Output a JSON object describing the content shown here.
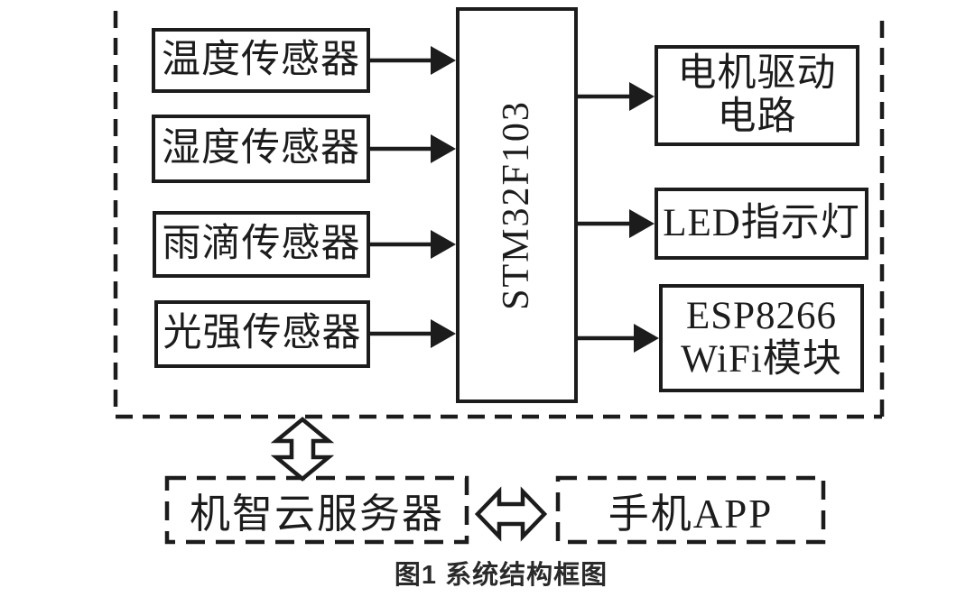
{
  "caption": "图1 系统结构框图",
  "colors": {
    "line": "#1c1c1c",
    "background": "#ffffff",
    "text": "#1c1c1c"
  },
  "icons": {
    "flow-arrow": "solid right-pointing triangle ▶",
    "bidirectional-vertical-arrow": "hollow double-headed arrow ⇕",
    "bidirectional-horizontal-arrow": "hollow double-headed arrow ⇔"
  },
  "blocks": {
    "mcu": {
      "label": "STM32F103"
    },
    "sensors": [
      {
        "label": "温度传感器"
      },
      {
        "label": "湿度传感器"
      },
      {
        "label": "雨滴传感器"
      },
      {
        "label": "光强传感器"
      }
    ],
    "outputs": [
      {
        "line1": "电机驱动",
        "line2": "电路"
      },
      {
        "line1": "LED指示灯",
        "line2": ""
      },
      {
        "line1": "ESP8266",
        "line2": "WiFi模块"
      }
    ],
    "cloud": {
      "label": "机智云服务器"
    },
    "app": {
      "label": "手机APP"
    }
  }
}
